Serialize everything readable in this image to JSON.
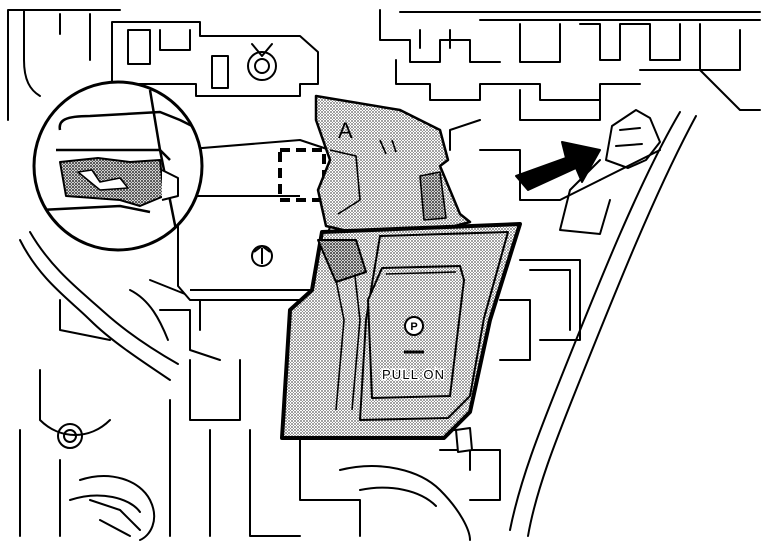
{
  "diagram": {
    "callout_label": "A",
    "switch_icon_glyph": "P",
    "switch_caption": "PULL ON",
    "detail_view": "inset-circle-clip-detail",
    "arrow_direction": "removal-direction-arrow",
    "colors": {
      "line": "#000000",
      "background": "#ffffff",
      "hatch": "#9a9a9a"
    }
  }
}
